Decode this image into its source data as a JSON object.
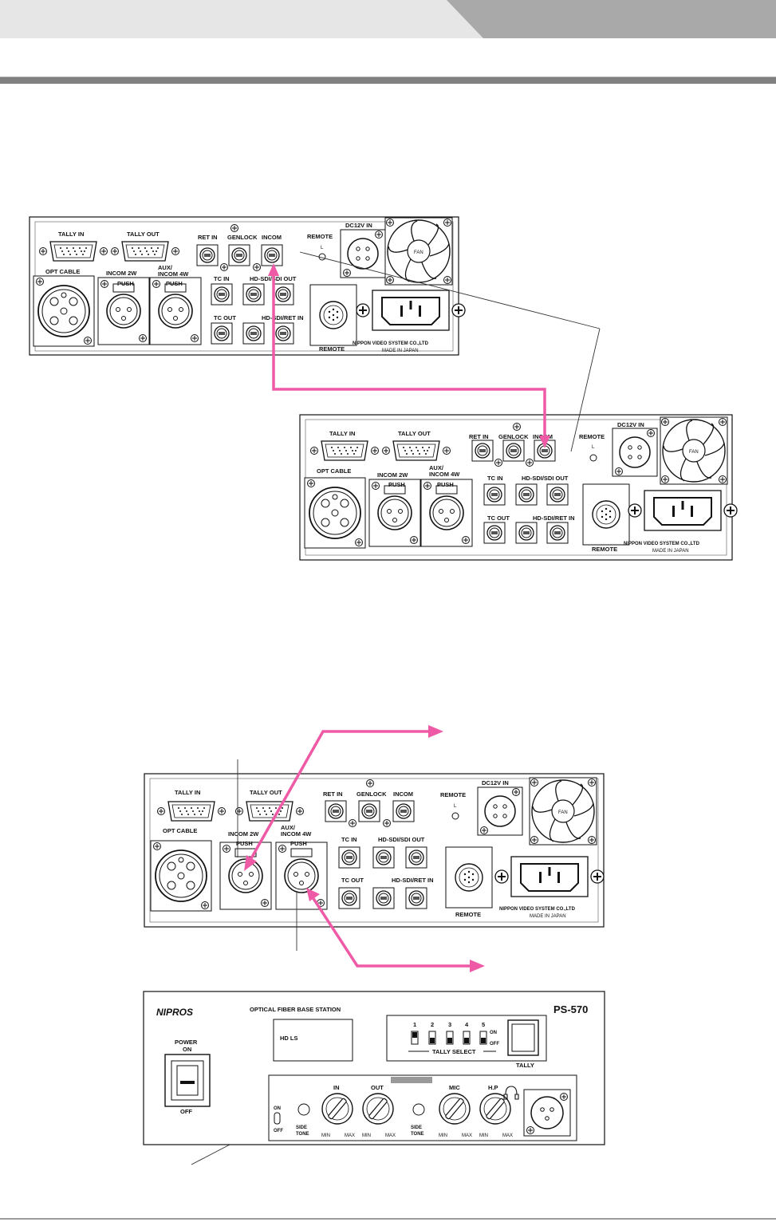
{
  "colors": {
    "connector_pink": "#ee5aa6",
    "header_light": "#e6e6e6",
    "header_dark": "#a9a9a9",
    "rule": "#808080"
  },
  "panel": {
    "tally_in": "TALLY IN",
    "tally_out": "TALLY OUT",
    "opt_cable": "OPT CABLE",
    "incom_2w": "INCOM 2W",
    "aux_incom_4w_1": "AUX/",
    "aux_incom_4w_2": "INCOM 4W",
    "push": "PUSH",
    "ret_in": "RET IN",
    "genlock": "GENLOCK",
    "incom": "INCOM",
    "tc_in": "TC IN",
    "hd_sdi_out": "HD-SDI/SDI OUT",
    "tc_out": "TC OUT",
    "hd_sdi_ret_in": "HD-SDI/RET IN",
    "remote": "REMOTE",
    "remote_l": "L",
    "dc12v_in": "DC12V IN",
    "fan": "FAN",
    "maker": "NIPPON VIDEO SYSTEM CO.,LTD",
    "made_in": "MADE IN JAPAN"
  },
  "front": {
    "brand": "NIPROS",
    "title": "OPTICAL FIBER BASE STATION",
    "model": "PS-570",
    "display": "HD LS",
    "tally_numbers": [
      "1",
      "2",
      "3",
      "4",
      "5"
    ],
    "on": "ON",
    "off": "OFF",
    "tally_select": "TALLY SELECT",
    "tally": "TALLY",
    "power": "POWER",
    "power_on": "ON",
    "power_off": "OFF",
    "knob_in": "IN",
    "knob_out": "OUT",
    "knob_mic": "MIC",
    "knob_hp": "H.P",
    "side_tone_1": "SIDE",
    "side_tone_2": "TONE",
    "min": "MIN",
    "max": "MAX"
  }
}
